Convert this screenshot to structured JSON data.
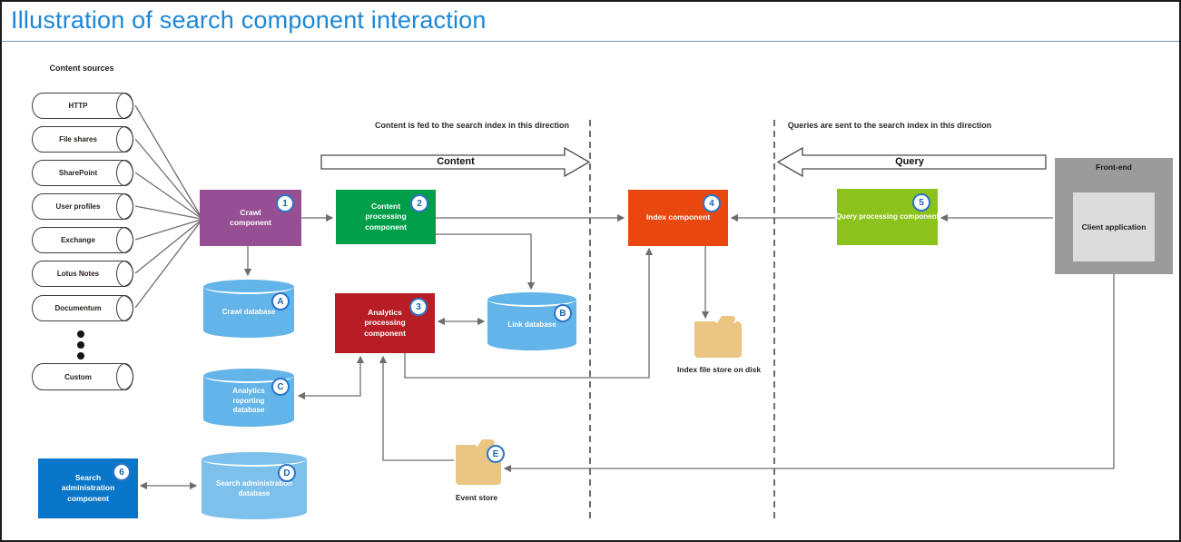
{
  "title": "Illustration of search component interaction",
  "colors": {
    "title_accent": "#1B87D8",
    "connector_gray": "#6E6E6E",
    "badge_border": "#2E75C6"
  },
  "content_sources": {
    "label": "Content sources",
    "items": [
      "HTTP",
      "File shares",
      "SharePoint",
      "User profiles",
      "Exchange",
      "Lotus Notes",
      "Documentum",
      "Custom"
    ]
  },
  "flows": {
    "content": {
      "caption": "Content is fed to the search index in this direction",
      "arrow_label": "Content"
    },
    "query": {
      "caption": "Queries are sent to the search index in this direction",
      "arrow_label": "Query"
    }
  },
  "components": {
    "crawl": {
      "label": "Crawl component",
      "badge": "1",
      "color": "#964F93"
    },
    "content_processing": {
      "label": "Content processing component",
      "badge": "2",
      "color": "#009E49"
    },
    "analytics_processing": {
      "label": "Analytics processing component",
      "badge": "3",
      "color": "#B71D25"
    },
    "index": {
      "label": "Index component",
      "badge": "4",
      "color": "#E8470F"
    },
    "query_processing": {
      "label": "Query processing component",
      "badge": "5",
      "color": "#8CC21C"
    },
    "search_admin": {
      "label": "Search administration component",
      "badge": "6",
      "color": "#0A76C9"
    }
  },
  "databases": {
    "crawl_db": {
      "label": "Crawl database",
      "badge": "A",
      "color": "#63B4E8"
    },
    "link_db": {
      "label": "Link database",
      "badge": "B",
      "color": "#63B4E8"
    },
    "analytics_reporting_db": {
      "label": "Analytics reporting database",
      "badge": "C",
      "color": "#63B4E8"
    },
    "search_admin_db": {
      "label": "Search administration database",
      "badge": "D",
      "color": "#7CC0EB"
    }
  },
  "stores": {
    "index_file_store": {
      "label": "Index file store on disk",
      "color": "#EAC584"
    },
    "event_store": {
      "label": "Event store",
      "badge": "E",
      "color": "#EAC584"
    }
  },
  "frontend": {
    "label": "Front-end",
    "client_label": "Client application",
    "color": "#9B9B9B",
    "client_color": "#DCDCDC"
  }
}
